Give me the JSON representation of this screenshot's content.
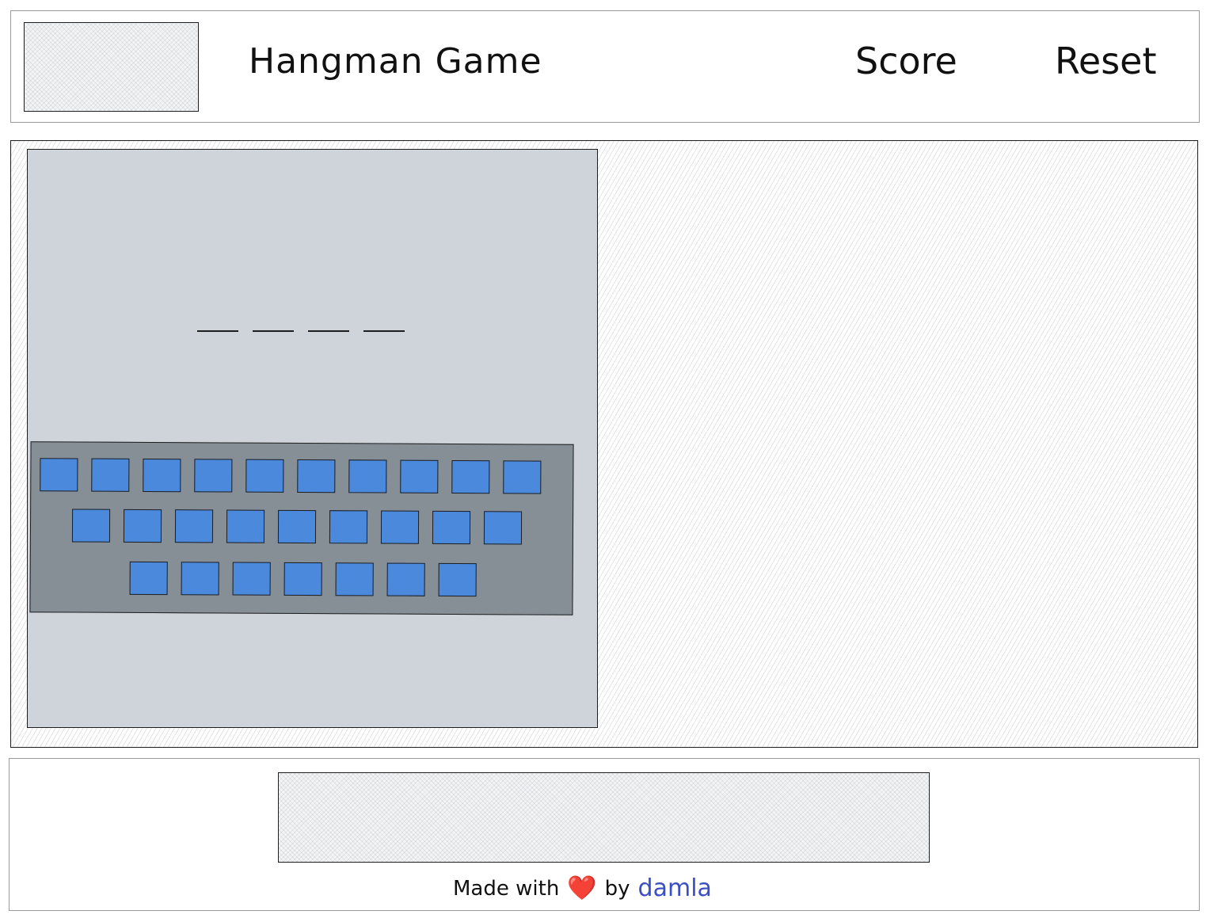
{
  "header": {
    "title": "Hangman Game",
    "nav": {
      "score_label": "Score",
      "reset_label": "Reset"
    }
  },
  "game": {
    "word_blanks": 4,
    "keyboard": {
      "rows": [
        10,
        9,
        7
      ],
      "key_color": "#4a89dc",
      "background_color": "#868e96"
    },
    "panel_color": "#ced4da"
  },
  "footer": {
    "credit_prefix": "Made with",
    "heart": "❤️",
    "credit_by": "by",
    "author": "damla",
    "author_color": "#3b4fc4"
  }
}
